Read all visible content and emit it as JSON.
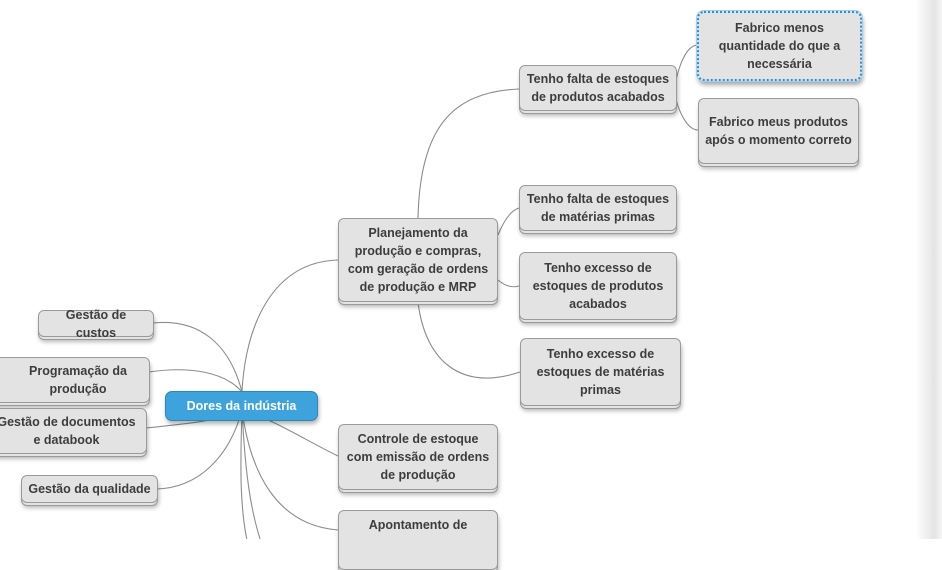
{
  "mindmap": {
    "central": "Dores da indústria",
    "left_topics": [
      "Gestão de custos",
      "Programação da produção",
      "Gestão de documentos e databook",
      "Gestão da qualidade"
    ],
    "right_topics": [
      "Planejamento da produção e compras, com geração de ordens de produção e MRP",
      "Controle de estoque com emissão de ordens de produção",
      "Apontamento de"
    ],
    "planning_subtopics": [
      "Tenho falta de estoques de produtos acabados",
      "Tenho falta de estoques de matérias primas",
      "Tenho excesso de estoques de produtos acabados",
      "Tenho excesso de estoques de matérias primas"
    ],
    "finished_goods_shortage_subtopics": [
      "Fabrico menos quantidade do que a necessária",
      "Fabrico meus produtos após o momento correto"
    ]
  },
  "colors": {
    "central_fill": "#3ea3dc",
    "topic_fill": "#e3e3e3",
    "topic_border": "#9a9a9a",
    "selection": "#2a8fd1",
    "connector": "#8c8c8c"
  }
}
